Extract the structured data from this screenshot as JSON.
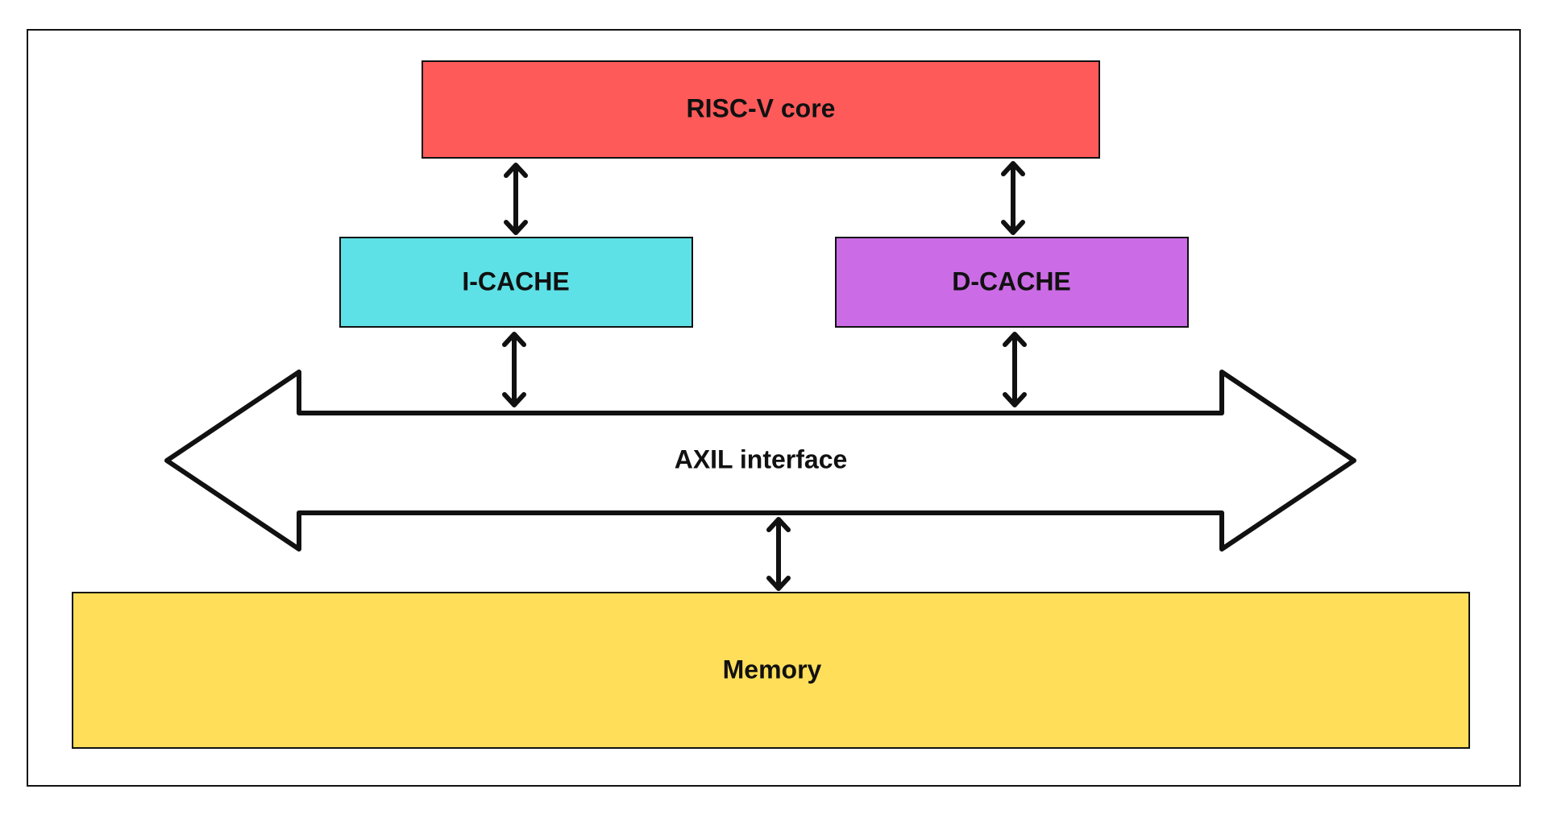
{
  "diagram": {
    "blocks": {
      "core": {
        "label": "RISC-V core",
        "color": "#FF5A5A"
      },
      "icache": {
        "label": "I-CACHE",
        "color": "#5EE1E6"
      },
      "dcache": {
        "label": "D-CACHE",
        "color": "#CB6CE6"
      },
      "memory": {
        "label": "Memory",
        "color": "#FFDE59"
      }
    },
    "bus": {
      "label": "AXIL interface",
      "color": "#FFFFFF"
    },
    "stroke_color": "#111111"
  }
}
